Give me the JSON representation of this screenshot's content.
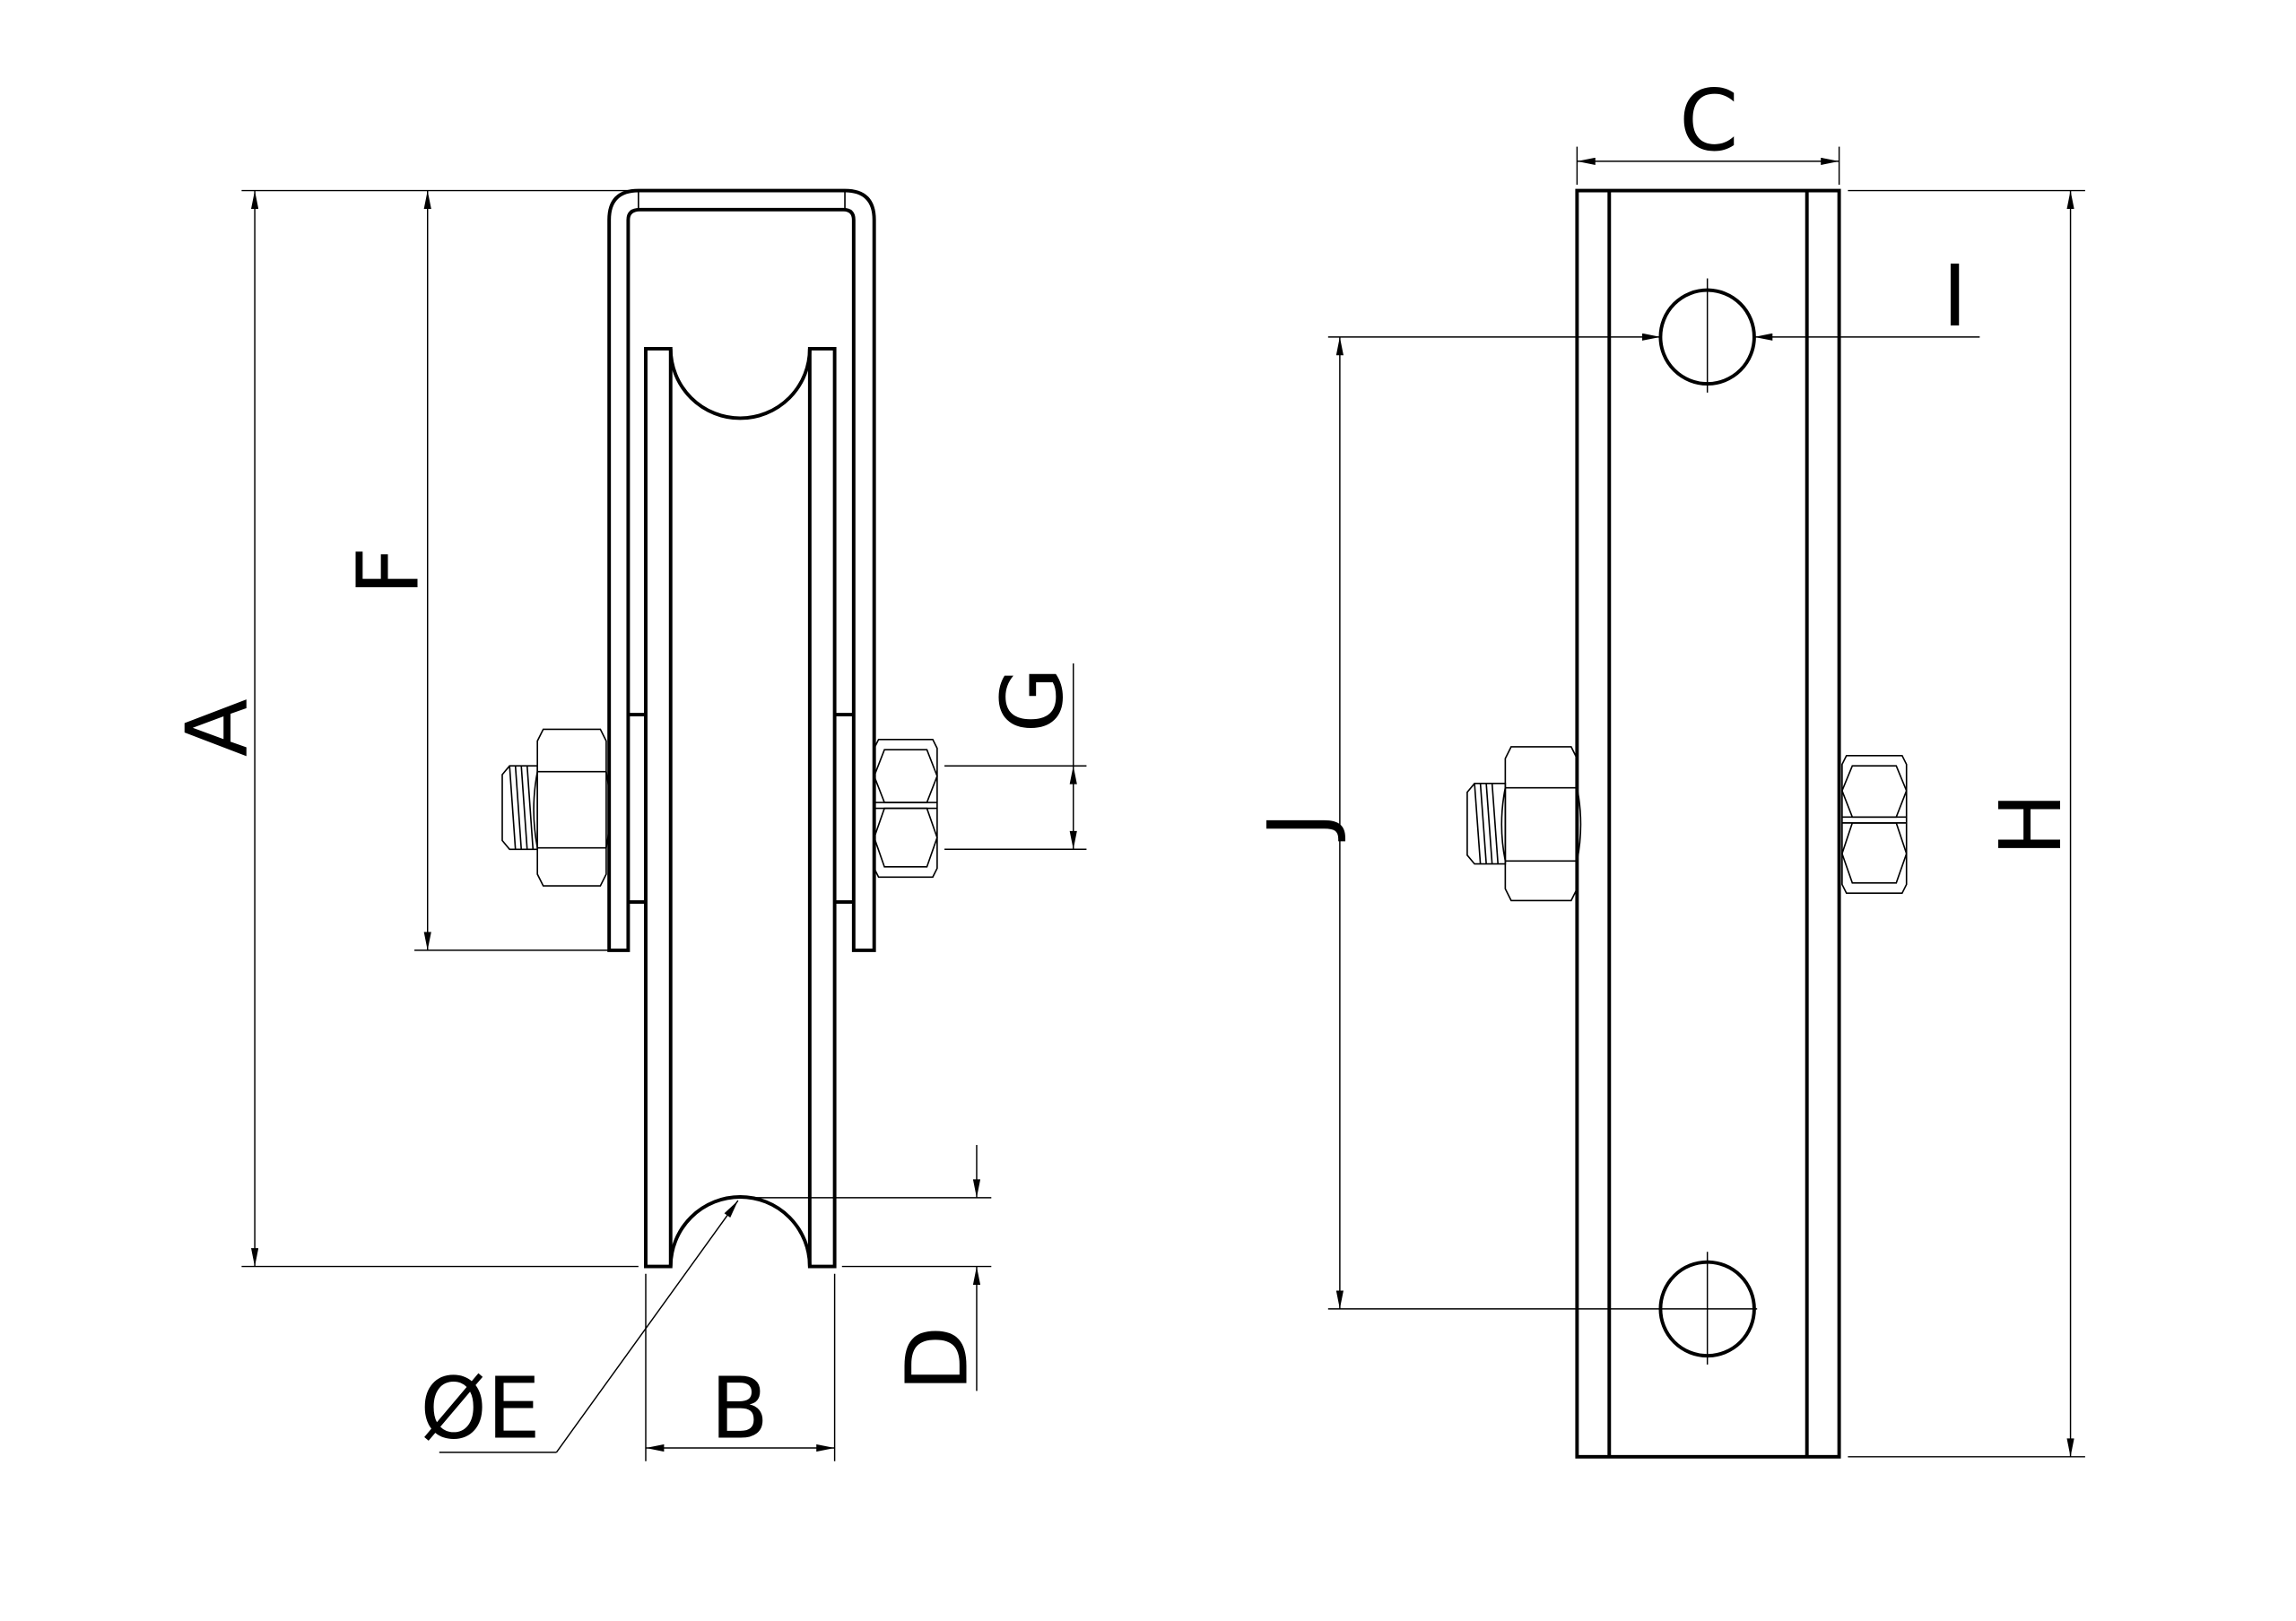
{
  "labels": {
    "A": "A",
    "F": "F",
    "G": "G",
    "D": "D",
    "B": "B",
    "E": "ØE",
    "C": "C",
    "I": "I",
    "J": "J",
    "H": "H"
  },
  "colors": {
    "line": "#000000",
    "background": "#ffffff"
  }
}
